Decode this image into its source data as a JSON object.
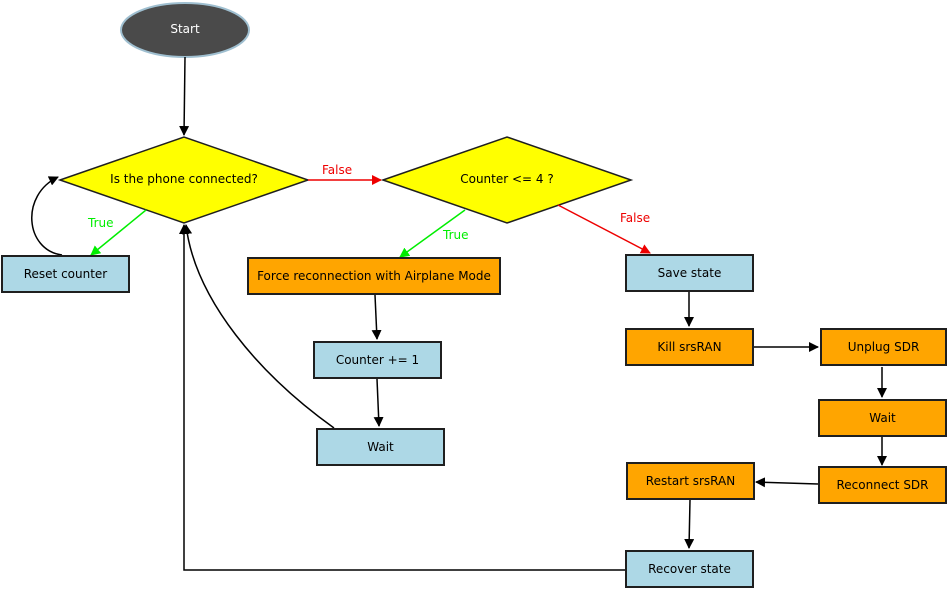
{
  "nodes": {
    "start": "Start",
    "phone_connected": "Is the phone connected?",
    "counter_check": "Counter <= 4 ?",
    "reset_counter": "Reset counter",
    "force_reconnection": "Force reconnection with Airplane Mode",
    "counter_inc": "Counter += 1",
    "wait_left": "Wait",
    "save_state": "Save state",
    "kill_srsran": "Kill srsRAN",
    "unplug_sdr": "Unplug SDR",
    "wait_right": "Wait",
    "reconnect_sdr": "Reconnect SDR",
    "restart_srsran": "Restart srsRAN",
    "recover_state": "Recover state"
  },
  "edges": {
    "phone_false": "False",
    "phone_true": "True",
    "counter_true": "True",
    "counter_false": "False"
  },
  "colors": {
    "process_blue": "#add8e6",
    "process_orange": "#ffa500",
    "decision_yellow": "#ffff00",
    "start_fill": "#4a4a4a",
    "start_border": "#9fbfd0",
    "true_edge": "#00ee00",
    "false_edge": "#ee0000",
    "default_edge": "#000000"
  }
}
